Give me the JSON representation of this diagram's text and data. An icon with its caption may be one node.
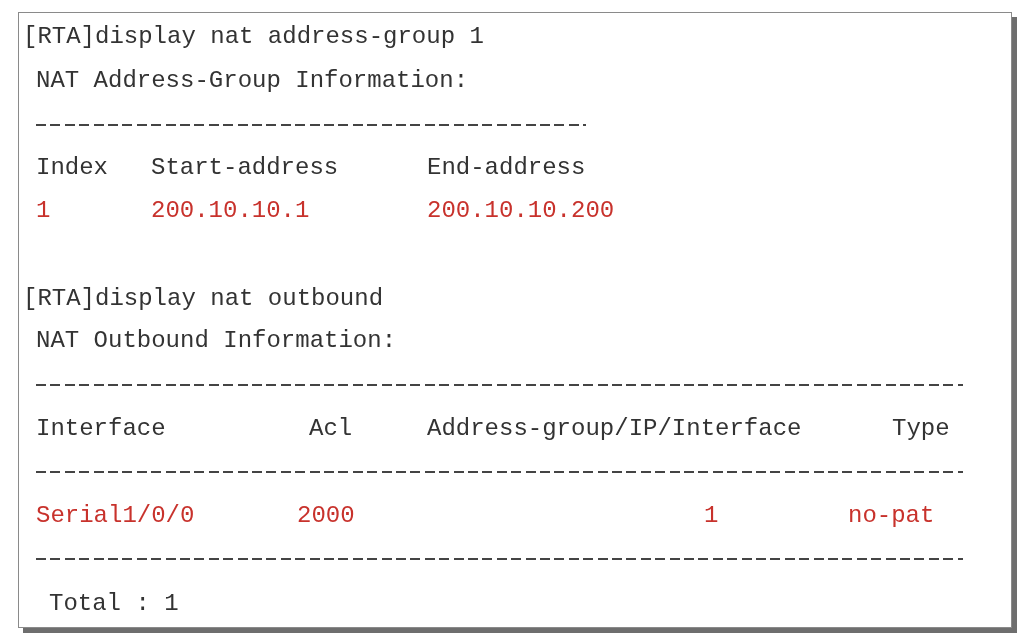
{
  "diagram": {
    "labels": [
      "[RTA]display nat address-group 1",
      "NAT Address-Group Information:",
      "Index",
      "Start-address",
      "End-address",
      "1",
      "200.10.10.1",
      "200.10.10.200",
      "[RTA]display nat outbound",
      "NAT Outbound Information:",
      "Interface",
      "Acl",
      "Address-group/IP/Interface",
      "Type",
      "Serial1/0/0",
      "2000",
      "1",
      "no-pat",
      "Total : 1"
    ]
  }
}
